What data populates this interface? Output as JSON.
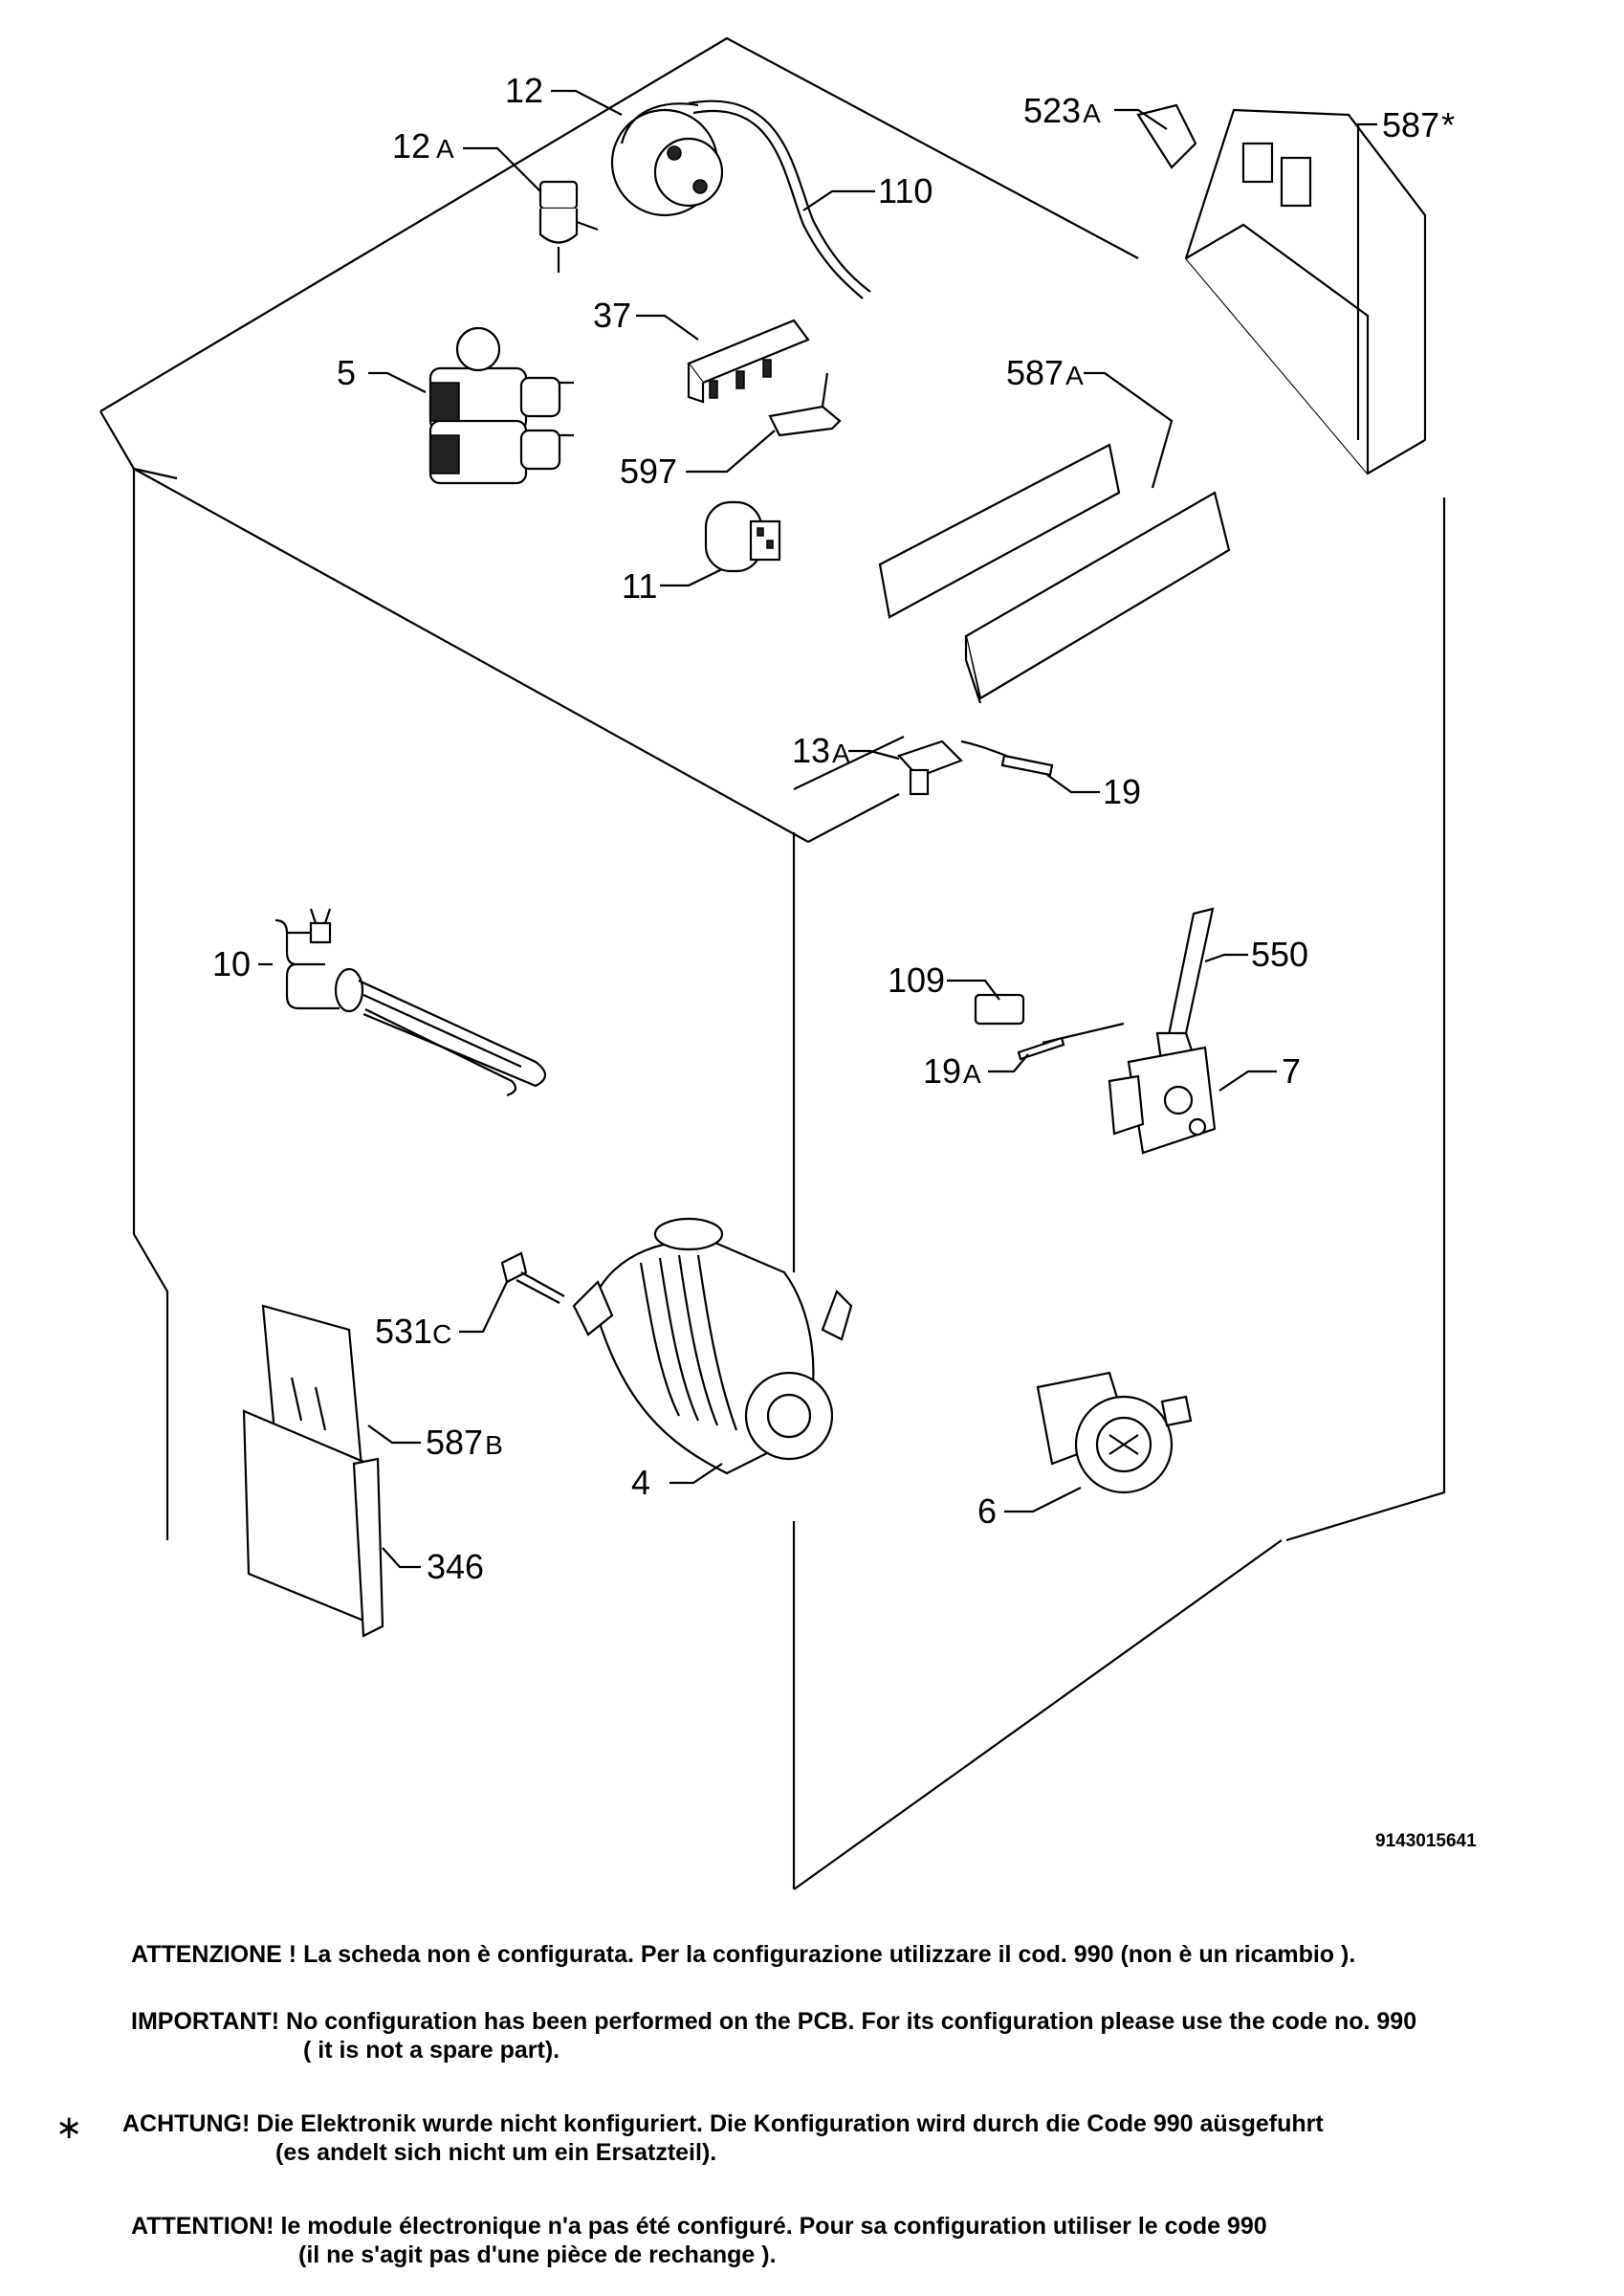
{
  "drawing_number": "9143015641",
  "parts": [
    {
      "id": "p12",
      "num": "12",
      "suffix": ""
    },
    {
      "id": "p12a",
      "num": "12",
      "suffix": "A"
    },
    {
      "id": "p110",
      "num": "110",
      "suffix": ""
    },
    {
      "id": "p523a",
      "num": "523",
      "suffix": "A"
    },
    {
      "id": "p587s",
      "num": "587",
      "suffix": "*"
    },
    {
      "id": "p37",
      "num": "37",
      "suffix": ""
    },
    {
      "id": "p5",
      "num": "5",
      "suffix": ""
    },
    {
      "id": "p587a",
      "num": "587",
      "suffix": "A"
    },
    {
      "id": "p597",
      "num": "597",
      "suffix": ""
    },
    {
      "id": "p11",
      "num": "11",
      "suffix": ""
    },
    {
      "id": "p13a",
      "num": "13",
      "suffix": "A"
    },
    {
      "id": "p19",
      "num": "19",
      "suffix": ""
    },
    {
      "id": "p10",
      "num": "10",
      "suffix": ""
    },
    {
      "id": "p550",
      "num": "550",
      "suffix": ""
    },
    {
      "id": "p109",
      "num": "109",
      "suffix": ""
    },
    {
      "id": "p19a",
      "num": "19",
      "suffix": "A"
    },
    {
      "id": "p7",
      "num": "7",
      "suffix": ""
    },
    {
      "id": "p531c",
      "num": "531",
      "suffix": "C"
    },
    {
      "id": "p587b",
      "num": "587",
      "suffix": "B"
    },
    {
      "id": "p4",
      "num": "4",
      "suffix": ""
    },
    {
      "id": "p6",
      "num": "6",
      "suffix": ""
    },
    {
      "id": "p346",
      "num": "346",
      "suffix": ""
    }
  ],
  "notes": {
    "it": {
      "line1": "ATTENZIONE ! La scheda non è  configurata. Per la configurazione utilizzare il cod. 990 (non è un ricambio )."
    },
    "en": {
      "line1": "IMPORTANT! No configuration has been performed on the PCB. For its configuration please use the code no. 990",
      "line2": "( it is not a spare part)."
    },
    "de": {
      "marker": "∗",
      "line1": "ACHTUNG! Die Elektronik wurde nicht konfiguriert. Die Konfiguration wird durch die Code 990 aüsgefuhrt",
      "line2": "(es andelt sich nicht um ein Ersatzteil)."
    },
    "fr": {
      "line1": "ATTENTION! le module électronique n'a pas été configuré. Pour  sa configuration utiliser le code 990",
      "line2": "(il ne s'agit pas d'une pièce de rechange )."
    }
  }
}
